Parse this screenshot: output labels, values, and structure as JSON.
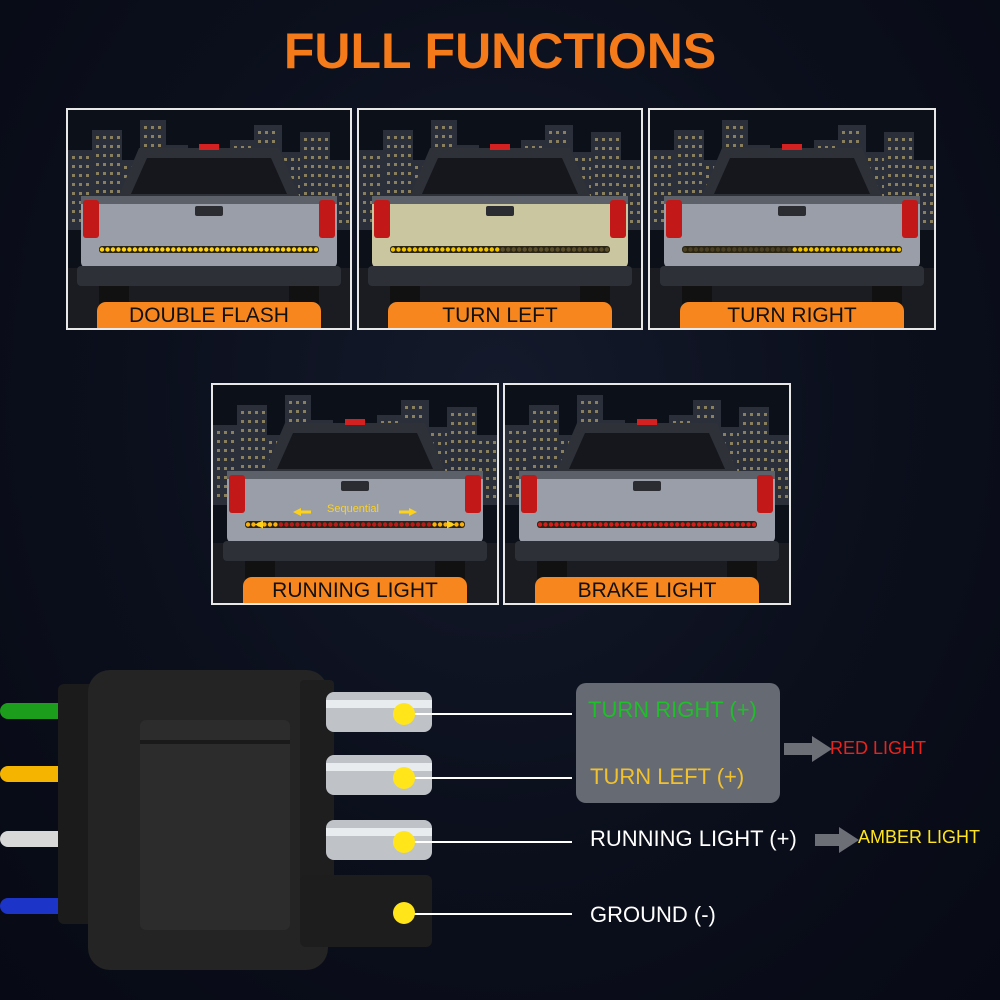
{
  "title": "FULL FUNCTIONS",
  "panels": [
    {
      "label": "DOUBLE FLASH"
    },
    {
      "label": "TURN LEFT"
    },
    {
      "label": "TURN RIGHT"
    },
    {
      "label": "RUNNING LIGHT",
      "annotation": "Sequential"
    },
    {
      "label": "BRAKE LIGHT"
    }
  ],
  "wiring": {
    "turn_right": "TURN RIGHT (+)",
    "turn_left": "TURN LEFT (+)",
    "red_light": "RED LIGHT",
    "running_light": "RUNNING LIGHT (+)",
    "amber_light": "AMBER LIGHT",
    "ground": "GROUND (-)"
  },
  "colors": {
    "title": "#f47a1a",
    "label_bg": "#f7861f",
    "turn_right_text": "#1fbf2a",
    "turn_left_text": "#f2c12e",
    "red_light_text": "#e8231c",
    "amber_light_text": "#ffe51a",
    "wire_green": "#1c9e1c",
    "wire_yellow": "#f5b400",
    "wire_white": "#d8d8d8",
    "wire_blue": "#1d34c8"
  }
}
